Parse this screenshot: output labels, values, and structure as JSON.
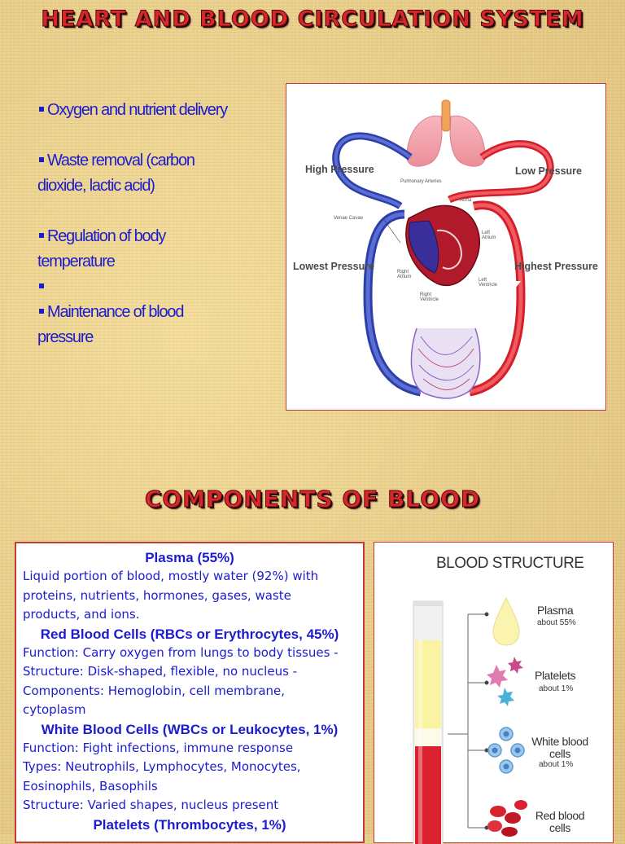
{
  "title": "HEART AND BLOOD CIRCULATION SYSTEM",
  "functions": [
    {
      "lines": [
        "Oxygen and nutrient delivery"
      ]
    },
    {
      "lines": [
        "Waste removal (carbon",
        "dioxide, lactic acid)"
      ]
    },
    {
      "lines": [
        "Regulation of body",
        "temperature"
      ]
    },
    {
      "lines": [
        ""
      ]
    },
    {
      "lines": [
        "Maintenance of blood",
        "pressure"
      ]
    }
  ],
  "heart_diagram": {
    "high_pressure": "High Pressure",
    "low_pressure": "Low Pressure",
    "lowest_pressure": "Lowest Pressure",
    "highest_pressure": "Highest Pressure",
    "pulmonary_arteries": "Pulmonary Arteries",
    "aorta": "Aorta",
    "venae_cavae": "Venae Cavae",
    "left_atrium": [
      "Left",
      "Atrium"
    ],
    "right_atrium": [
      "Right",
      "Atrium"
    ],
    "left_ventricle": [
      "Left",
      "Ventricle"
    ],
    "right_ventricle": [
      "Right",
      "Ventricle"
    ]
  },
  "section_title": "COMPONENTS OF BLOOD",
  "components": {
    "plasma": {
      "heading": "Plasma (55%)",
      "lines": [
        "Liquid portion of blood, mostly water (92%) with",
        "proteins, nutrients, hormones, gases, waste",
        "products, and ions."
      ]
    },
    "rbc": {
      "heading": "Red Blood Cells (RBCs or Erythrocytes, 45%)",
      "lines": [
        "Function: Carry oxygen from lungs to body tissues    -",
        "Structure: Disk-shaped, flexible, no nucleus    -",
        "Components: Hemoglobin, cell membrane,",
        "cytoplasm"
      ]
    },
    "wbc": {
      "heading": "White Blood Cells (WBCs or Leukocytes, 1%)",
      "lines": [
        "Function: Fight infections, immune response",
        "Types: Neutrophils, Lymphocytes, Monocytes,",
        "Eosinophils, Basophils",
        "Structure: Varied shapes, nucleus present"
      ]
    },
    "platelets": {
      "heading": "Platelets (Thrombocytes, 1%)"
    }
  },
  "blood_structure": {
    "title": "BLOOD STRUCTURE",
    "plasma": {
      "label": "Plasma",
      "sub": "about 55%"
    },
    "platelets": {
      "label": "Platelets",
      "sub": "about 1%"
    },
    "wbc": {
      "label_line1": "White blood",
      "label_line2": "cells",
      "sub": "about 1%"
    },
    "rbc": {
      "label_line1": "Red blood",
      "label_line2": "cells"
    }
  }
}
